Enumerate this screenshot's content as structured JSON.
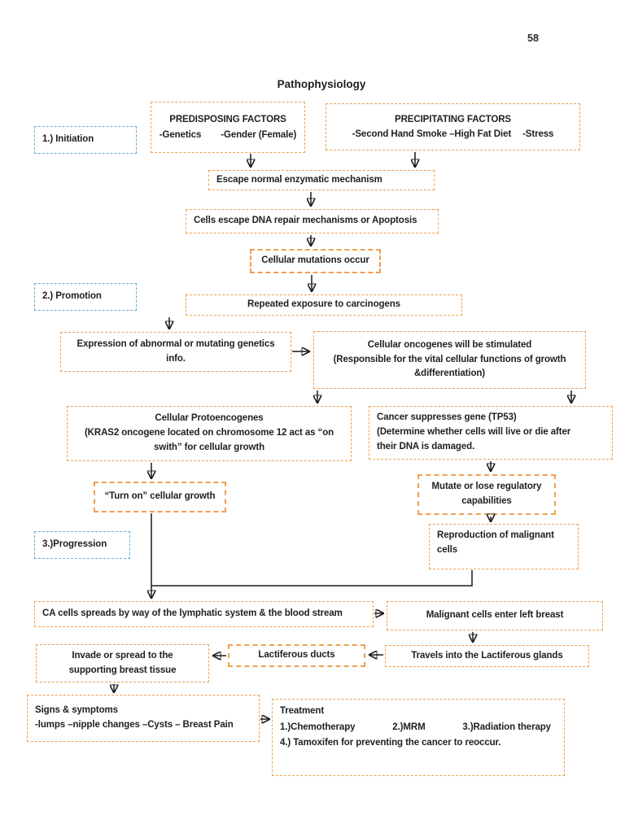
{
  "page": {
    "number": "58",
    "title": "Pathophysiology"
  },
  "colors": {
    "orange": "#F0A055",
    "blue": "#62ACD3",
    "ink": "#1F1F1F",
    "arrow": "#1A1A1A"
  },
  "stages": {
    "initiation": "1.) Initiation",
    "promotion": "2.) Promotion",
    "progression": "3.)Progression"
  },
  "nodes": {
    "predisposing": {
      "title": "PREDISPOSING FACTORS",
      "items": [
        "-Genetics",
        "-Gender (Female)"
      ]
    },
    "precipitating": {
      "title": "PRECIPITATING FACTORS",
      "items": [
        "-Second Hand Smoke –High Fat Diet",
        "-Stress"
      ]
    },
    "escape": {
      "line1": "Escape normal enzymatic mechanism"
    },
    "cells_escape": {
      "line1": "Cells escape DNA repair mechanisms or Apoptosis"
    },
    "mutations": {
      "line1": "Cellular mutations occur"
    },
    "repeated": {
      "line1": "Repeated exposure to carcinogens"
    },
    "expression": {
      "line1": "Expression of abnormal or mutating genetics",
      "line2": "info."
    },
    "oncogenes": {
      "line1": "Cellular oncogenes will be stimulated",
      "line2": "(Responsible for the vital cellular functions of growth",
      "line3": "&differentiation)"
    },
    "protoencogenes": {
      "line1": "Cellular Protoencogenes",
      "line2": "(KRAS2 oncogene located on chromosome 12 act as “on",
      "line3": "swith” for cellular growth"
    },
    "suppresses": {
      "line1": "Cancer suppresses gene (TP53)",
      "line2": "(Determine whether cells will live or die after",
      "line3": "their DNA is damaged."
    },
    "turnon": {
      "line1": "“Turn on” cellular growth"
    },
    "mutate": {
      "line1": "Mutate or lose regulatory",
      "line2": "capabilities"
    },
    "reproduction": {
      "line1": "Reproduction of malignant",
      "line2": "cells"
    },
    "ca_spread": {
      "line1": "CA cells spreads by way of the lymphatic system & the blood stream"
    },
    "malignant": {
      "line1": "Malignant cells enter left breast"
    },
    "invade": {
      "line1": "Invade or spread to the",
      "line2": "supporting breast tissue"
    },
    "ducts": {
      "line1": "Lactiferous ducts"
    },
    "travels": {
      "line1": "Travels into the Lactiferous glands"
    },
    "signs": {
      "line1": "Signs & symptoms",
      "line2": "-lumps –nipple changes –Cysts – Breast Pain"
    },
    "treatment": {
      "title": "Treatment",
      "items": [
        "1.)Chemotherapy",
        "2.)MRM",
        "3.)Radiation therapy"
      ],
      "line4": "4.) Tamoxifen for preventing the cancer to reoccur."
    }
  }
}
